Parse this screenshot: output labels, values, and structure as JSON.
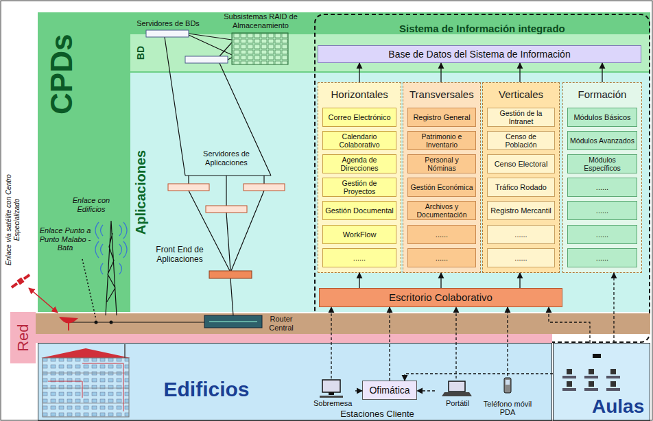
{
  "diagram": {
    "nodes": [
      {
        "text": [
          "CPDs"
        ]
      },
      {
        "text": [
          "BD"
        ],
        "in": 0
      },
      {
        "text": [
          "Aplicaciones"
        ],
        "in": 0
      },
      {
        "text": [
          "Red"
        ]
      },
      {
        "text": [
          "Sistema de Información integrado"
        ]
      },
      {
        "text": [
          "Base de Datos del Sistema de Información"
        ],
        "in": 4
      },
      {
        "text": [
          "Horizontales"
        ],
        "in": 4
      },
      {
        "text": [
          "Correo Electrónico"
        ],
        "in": 6
      },
      {
        "text": [
          "Calendario Colaborativo"
        ],
        "in": 6
      },
      {
        "text": [
          "Agenda de Direcciones"
        ],
        "in": 6
      },
      {
        "text": [
          "Gestión de Proyectos"
        ],
        "in": 6
      },
      {
        "text": [
          "Gestión Documental"
        ],
        "in": 6
      },
      {
        "text": [
          "WorkFlow"
        ],
        "in": 6
      },
      {
        "text": [
          "......"
        ],
        "in": 6
      },
      {
        "text": [
          "Transversales"
        ],
        "in": 4
      },
      {
        "text": [
          "Registro General"
        ],
        "in": 14
      },
      {
        "text": [
          "Patrimonio e Inventario"
        ],
        "in": 14
      },
      {
        "text": [
          "Personal y Nóminas"
        ],
        "in": 14
      },
      {
        "text": [
          "Gestión Económica"
        ],
        "in": 14
      },
      {
        "text": [
          "Archivos y Documentación"
        ],
        "in": 14
      },
      {
        "text": [
          "......"
        ],
        "in": 14
      },
      {
        "text": [
          "......"
        ],
        "in": 14
      },
      {
        "text": [
          "Verticales"
        ],
        "in": 4
      },
      {
        "text": [
          "Gestión de la Intranet"
        ],
        "in": 22
      },
      {
        "text": [
          "Censo de Población"
        ],
        "in": 22
      },
      {
        "text": [
          "Censo Electoral"
        ],
        "in": 22
      },
      {
        "text": [
          "Tráfico Rodado"
        ],
        "in": 22
      },
      {
        "text": [
          "Registro Mercantil"
        ],
        "in": 22
      },
      {
        "text": [
          "......"
        ],
        "in": 22
      },
      {
        "text": [
          "......"
        ],
        "in": 22
      },
      {
        "text": [
          "Formación"
        ],
        "in": 4
      },
      {
        "text": [
          "Módulos Básicos"
        ],
        "in": 30
      },
      {
        "text": [
          "Módulos Avanzados"
        ],
        "in": 30
      },
      {
        "text": [
          "Módulos Específicos"
        ],
        "in": 30
      },
      {
        "text": [
          "......"
        ],
        "in": 30
      },
      {
        "text": [
          "......"
        ],
        "in": 30
      },
      {
        "text": [
          "......"
        ],
        "in": 30
      },
      {
        "text": [
          "......"
        ],
        "in": 30
      },
      {
        "text": [
          "Escritorio Colaborativo"
        ],
        "in": 4
      },
      {
        "text": [
          "Edificios"
        ]
      },
      {
        "text": [
          "Ofimática"
        ],
        "in": 39
      },
      {
        "text": [
          "Sobremesa"
        ],
        "in": 39
      },
      {
        "text": [
          "Portátil"
        ],
        "in": 39
      },
      {
        "text": [
          "Teléfono móvil PDA"
        ],
        "in": 39
      },
      {
        "text": [
          "Aulas"
        ]
      }
    ],
    "edges": [
      {
        "from": 6,
        "to": 5,
        "arrow": "to"
      },
      {
        "from": 14,
        "to": 5,
        "arrow": "to"
      },
      {
        "from": 22,
        "to": 5,
        "arrow": "to"
      },
      {
        "from": 30,
        "to": 5,
        "arrow": "to"
      },
      {
        "from": 38,
        "to": 6,
        "arrow": "to"
      },
      {
        "from": 38,
        "to": 14,
        "arrow": "to"
      },
      {
        "from": 38,
        "to": 22,
        "arrow": "to"
      },
      {
        "from": 41,
        "to": 38,
        "arrow": "to"
      },
      {
        "from": 40,
        "to": 38,
        "arrow": "to"
      },
      {
        "from": 42,
        "to": 38,
        "arrow": "to"
      },
      {
        "from": 43,
        "to": 38,
        "arrow": "to"
      },
      {
        "from": 44,
        "to": 38,
        "arrow": "to"
      },
      {
        "from": 44,
        "to": 30,
        "arrow": "to"
      },
      {
        "from": 41,
        "to": 40,
        "arrow": "to"
      },
      {
        "from": 42,
        "to": 40,
        "arrow": "to"
      },
      {
        "from": 44,
        "to": 40,
        "arrow": "to"
      }
    ],
    "labels": [
      "Servidores de BDs",
      "Subsistemas RAID de Almacenamiento",
      "Servidores de Aplicaciones",
      "Front End de Aplicaciones",
      "Router Central",
      "Enlace con Edificios",
      "Enlace Punto a Punto Malabo - Bata",
      "Enlace vía satélite con Centro Especializado",
      "Estaciones Cliente"
    ]
  }
}
